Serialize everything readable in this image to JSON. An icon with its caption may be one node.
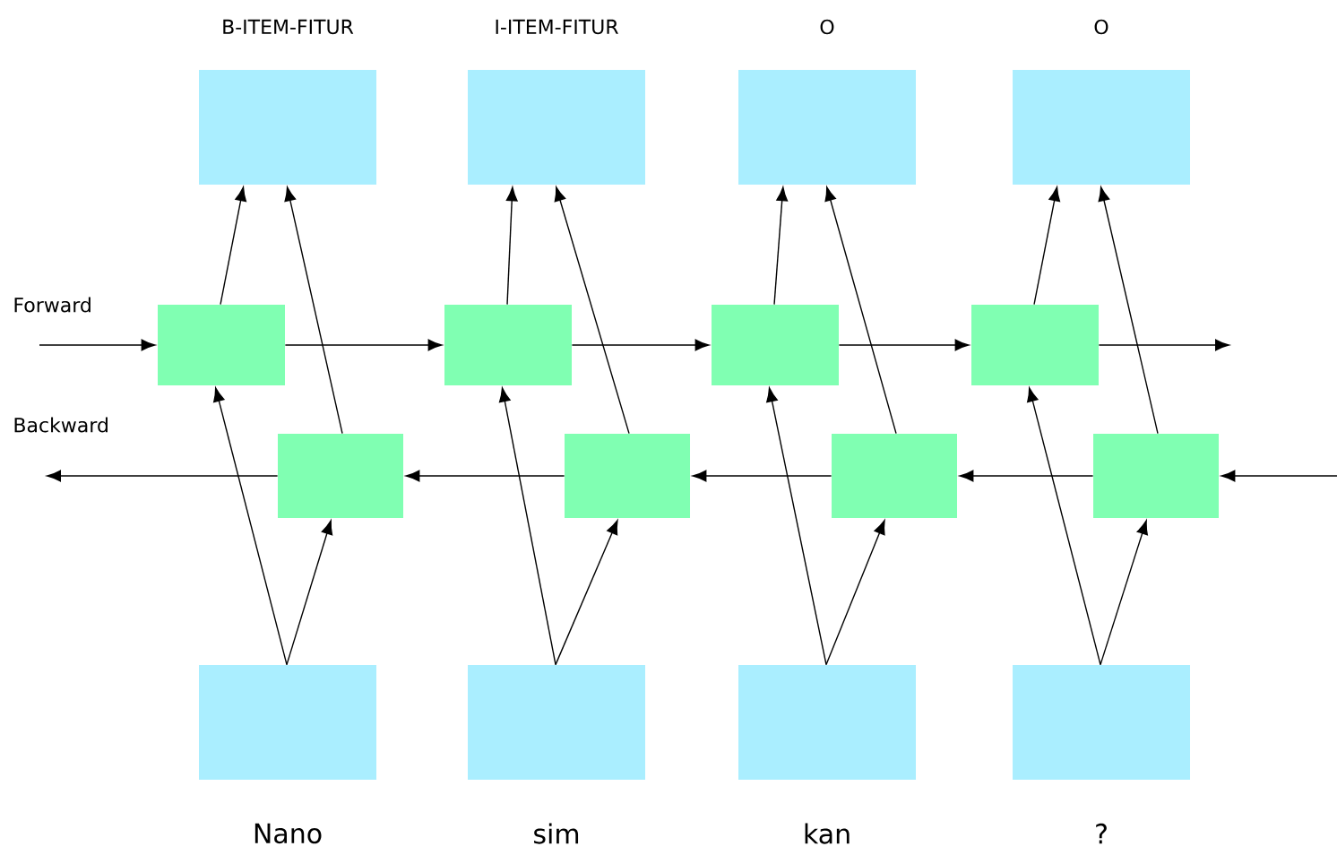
{
  "diagram": {
    "nodes": [
      {
        "text": [
          "B-ITEM-FITUR"
        ]
      },
      {
        "text": [
          "I-ITEM-FITUR"
        ]
      },
      {
        "text": [
          "O"
        ]
      },
      {
        "text": [
          "O"
        ]
      },
      {
        "text": [],
        "shape": "box"
      },
      {
        "text": [],
        "shape": "box"
      },
      {
        "text": [],
        "shape": "box"
      },
      {
        "text": [],
        "shape": "box"
      },
      {
        "text": [],
        "shape": "box"
      },
      {
        "text": [],
        "shape": "box"
      },
      {
        "text": [],
        "shape": "box"
      },
      {
        "text": [],
        "shape": "box"
      },
      {
        "text": [
          "Nano"
        ]
      },
      {
        "text": [
          "sim"
        ]
      },
      {
        "text": [
          "kan"
        ]
      },
      {
        "text": [
          "?"
        ]
      }
    ],
    "edges": [
      {
        "from": null,
        "to": 4,
        "arrow": "to"
      },
      {
        "from": 4,
        "to": 5,
        "arrow": "to"
      },
      {
        "from": 5,
        "to": 6,
        "arrow": "to"
      },
      {
        "from": 6,
        "to": 7,
        "arrow": "to"
      },
      {
        "from": 7,
        "to": null,
        "arrow": "to"
      },
      {
        "from": null,
        "to": 11,
        "arrow": "to"
      },
      {
        "from": 11,
        "to": 10,
        "arrow": "to"
      },
      {
        "from": 10,
        "to": 9,
        "arrow": "to"
      },
      {
        "from": 9,
        "to": 8,
        "arrow": "to"
      },
      {
        "from": 8,
        "to": null,
        "arrow": "to"
      },
      {
        "from": 4,
        "to": 0,
        "arrow": "to"
      },
      {
        "from": 8,
        "to": 0,
        "arrow": "to"
      },
      {
        "from": 12,
        "to": 4,
        "arrow": "to"
      },
      {
        "from": 12,
        "to": 8,
        "arrow": "to"
      },
      {
        "from": 5,
        "to": 1,
        "arrow": "to"
      },
      {
        "from": 9,
        "to": 1,
        "arrow": "to"
      },
      {
        "from": 13,
        "to": 5,
        "arrow": "to"
      },
      {
        "from": 13,
        "to": 9,
        "arrow": "to"
      },
      {
        "from": 6,
        "to": 2,
        "arrow": "to"
      },
      {
        "from": 10,
        "to": 2,
        "arrow": "to"
      },
      {
        "from": 14,
        "to": 6,
        "arrow": "to"
      },
      {
        "from": 14,
        "to": 10,
        "arrow": "to"
      },
      {
        "from": 7,
        "to": 3,
        "arrow": "to"
      },
      {
        "from": 11,
        "to": 3,
        "arrow": "to"
      },
      {
        "from": 15,
        "to": 7,
        "arrow": "to"
      },
      {
        "from": 15,
        "to": 11,
        "arrow": "to"
      }
    ],
    "labels": [
      "Forward",
      "Backward"
    ]
  }
}
